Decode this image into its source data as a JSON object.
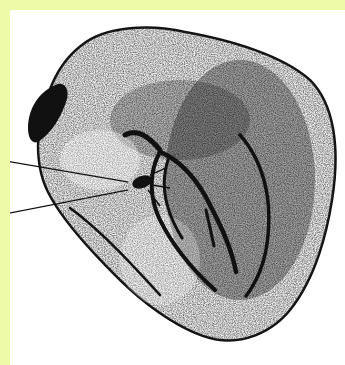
{
  "figure": {
    "subject": "heart-conduction-illustration",
    "colors": {
      "frame": "#eefaa8",
      "background": "#ffffff",
      "ink": "#111111",
      "stipple": "#2a2a2a"
    },
    "icons": {
      "pointer": "callout-line",
      "node": "av-node",
      "paths": "bundle-branches"
    }
  }
}
